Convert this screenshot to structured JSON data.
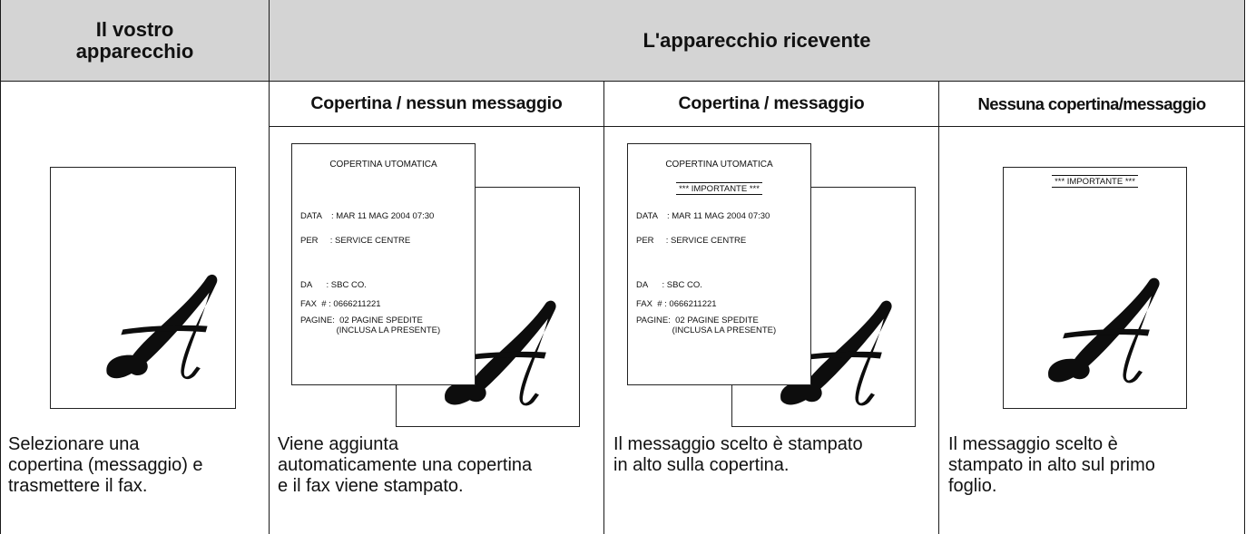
{
  "header": {
    "own_device": "Il vostro\napparecchio",
    "receiving_device": "L'apparecchio ricevente"
  },
  "columns": [
    {
      "title": "Copertina / nessun messaggio"
    },
    {
      "title": "Copertina / messaggio"
    },
    {
      "title": "Nessuna copertina/messaggio"
    }
  ],
  "cover_sheet": {
    "title": "COPERTINA  UTOMATICA",
    "important": "*** IMPORTANTE ***",
    "data": "DATA    : MAR 11 MAG 2004 07:30",
    "per": "PER     : SERVICE CENTRE",
    "da": "DA      : SBC CO.",
    "fax": "FAX  # : 0666211221",
    "pagine": "PAGINE:  02 PAGINE SPEDITE\n               (INCLUSA LA PRESENTE)"
  },
  "glyph": "A",
  "descriptions": {
    "own": "Selezionare una\ncopertina (messaggio) e\ntrasmettere il fax.",
    "col1": "Viene aggiunta\nautomaticamente una copertina\ne il fax viene stampato.",
    "col2": "Il messaggio scelto è stampato\nin alto sulla copertina.",
    "col3": "Il messaggio scelto è\nstampato in alto sul primo\nfoglio."
  },
  "colors": {
    "header_bg": "#d4d4d4",
    "border": "#1a1a1a"
  }
}
